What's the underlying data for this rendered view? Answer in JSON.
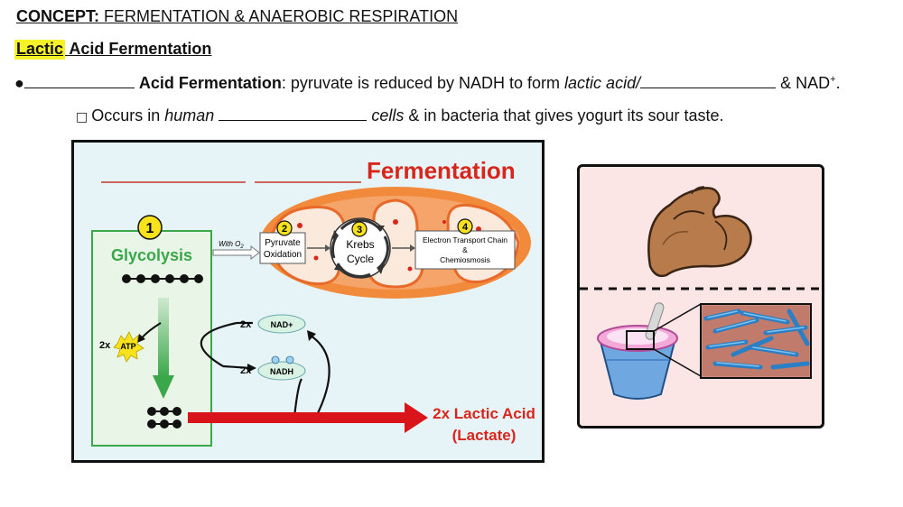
{
  "header": {
    "concept_label": "CONCEPT:",
    "concept_title": "FERMENTATION & ANAEROBIC RESPIRATION",
    "subheading_highlight": "Lactic",
    "subheading_rest": "Acid Fermentation"
  },
  "notes": {
    "bullet": "●",
    "line1_term": "Acid Fermentation",
    "line1_text": ": pyruvate is reduced by NADH to form ",
    "line1_italic": "lactic acid/",
    "line1_end": "& NAD",
    "line1_sup": "+",
    "line1_period": ".",
    "line2_checkbox": "□",
    "line2_text": "Occurs in ",
    "line2_italic": "human",
    "line2_italic2": "cells",
    "line2_end": "& in bacteria that gives yogurt its sour taste."
  },
  "diagram": {
    "title": "Fermentation",
    "step1_number": "1",
    "step1_label": "Glycolysis",
    "with_o2": "With O",
    "with_o2_sub": "2",
    "step2_number": "2",
    "step2_label_line1": "Pyruvate",
    "step2_label_line2": "Oxidation",
    "step3_number": "3",
    "step3_label_line1": "Krebs",
    "step3_label_line2": "Cycle",
    "step4_number": "4",
    "step4_label_line1": "Electron Transport Chain",
    "step4_label_line2": "&",
    "step4_label_line3": "Chemiosmosis",
    "atp_multiplier": "2x",
    "atp_label": "ATP",
    "nad_multiplier": "2x",
    "nad_label": "NAD+",
    "nadh_multiplier": "2x",
    "nadh_label": "NADH",
    "product_line1": "2x Lactic Acid",
    "product_line2": "(Lactate)"
  },
  "colors": {
    "title_red": "#d9261c",
    "arrow_red": "#d9141a",
    "glycolysis_green": "#3aa84a",
    "panel_bg": "#e7f4f7",
    "mito_orange": "#f28a3b",
    "number_yellow": "#f7e21c",
    "highlight_yellow": "#f6f22a"
  },
  "icons": {
    "muscle": "flexed-bicep-icon",
    "yogurt": "yogurt-cup-icon",
    "bacteria": "bacteria-micrograph-icon"
  }
}
